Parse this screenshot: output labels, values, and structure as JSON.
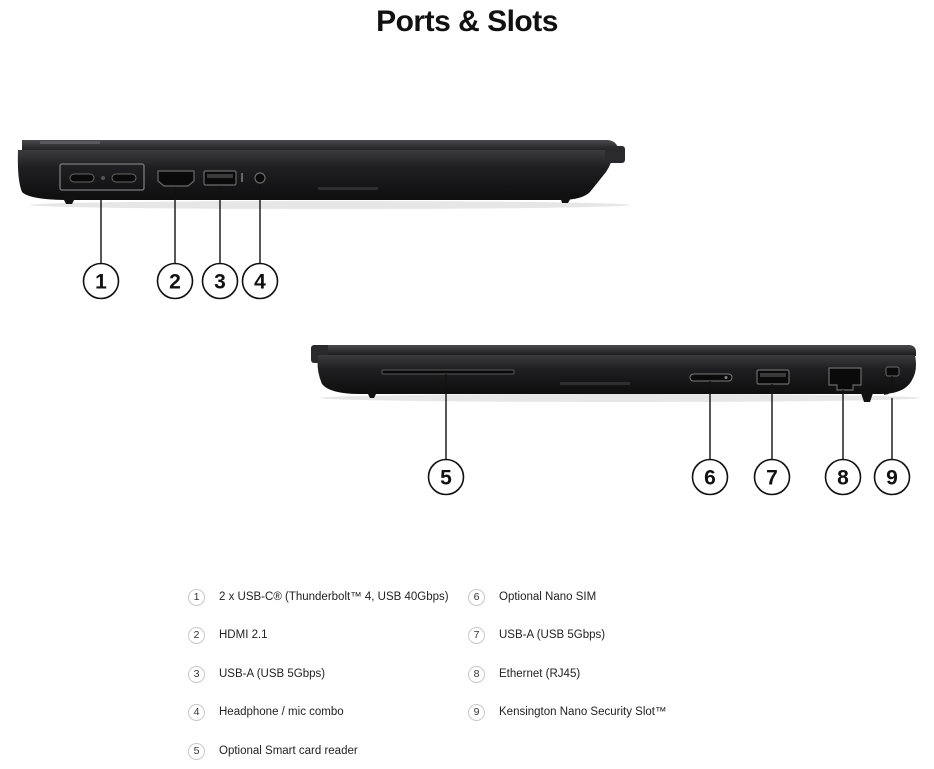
{
  "title": "Ports & Slots",
  "callouts": [
    "1",
    "2",
    "3",
    "4",
    "5",
    "6",
    "7",
    "8",
    "9"
  ],
  "legend": [
    {
      "num": "1",
      "label": "2 x USB-C® (Thunderbolt™ 4, USB 40Gbps)"
    },
    {
      "num": "2",
      "label": "HDMI 2.1"
    },
    {
      "num": "3",
      "label": "USB-A (USB 5Gbps)"
    },
    {
      "num": "4",
      "label": "Headphone / mic combo"
    },
    {
      "num": "5",
      "label": "Optional Smart card reader"
    },
    {
      "num": "6",
      "label": "Optional Nano SIM"
    },
    {
      "num": "7",
      "label": "USB-A (USB 5Gbps)"
    },
    {
      "num": "8",
      "label": "Ethernet (RJ45)"
    },
    {
      "num": "9",
      "label": "Kensington Nano Security Slot™"
    }
  ],
  "colors": {
    "chassis": "#1c1c1e",
    "edge": "#3a3a3c",
    "accent": "#111111"
  }
}
